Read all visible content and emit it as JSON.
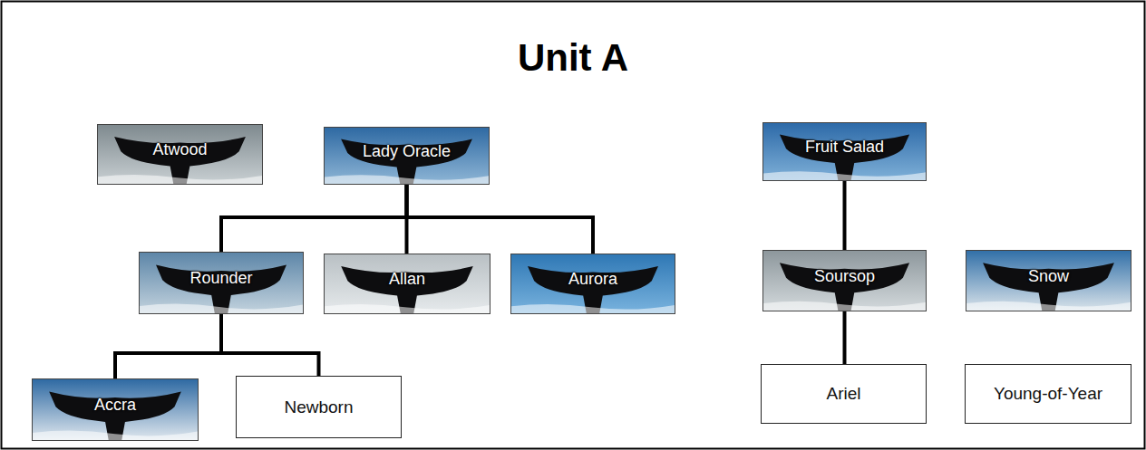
{
  "diagram": {
    "title": "Unit A",
    "nodes": [
      {
        "text": [
          "Atwood"
        ]
      },
      {
        "text": [
          "Lady Oracle"
        ]
      },
      {
        "text": [
          "Fruit Salad"
        ]
      },
      {
        "text": [
          "Rounder"
        ]
      },
      {
        "text": [
          "Allan"
        ]
      },
      {
        "text": [
          "Aurora"
        ]
      },
      {
        "text": [
          "Soursop"
        ]
      },
      {
        "text": [
          "Snow"
        ]
      },
      {
        "text": [
          "Accra"
        ]
      },
      {
        "text": [
          "Newborn"
        ]
      },
      {
        "text": [
          "Ariel"
        ]
      },
      {
        "text": [
          "Young-of-Year"
        ]
      }
    ],
    "edges": [
      {
        "from": 1,
        "to": 3,
        "arrow": "none"
      },
      {
        "from": 1,
        "to": 4,
        "arrow": "none"
      },
      {
        "from": 1,
        "to": 5,
        "arrow": "none"
      },
      {
        "from": 2,
        "to": 6,
        "arrow": "none"
      },
      {
        "from": 3,
        "to": 8,
        "arrow": "none"
      },
      {
        "from": 3,
        "to": 9,
        "arrow": "none"
      },
      {
        "from": 6,
        "to": 10,
        "arrow": "none"
      }
    ]
  }
}
